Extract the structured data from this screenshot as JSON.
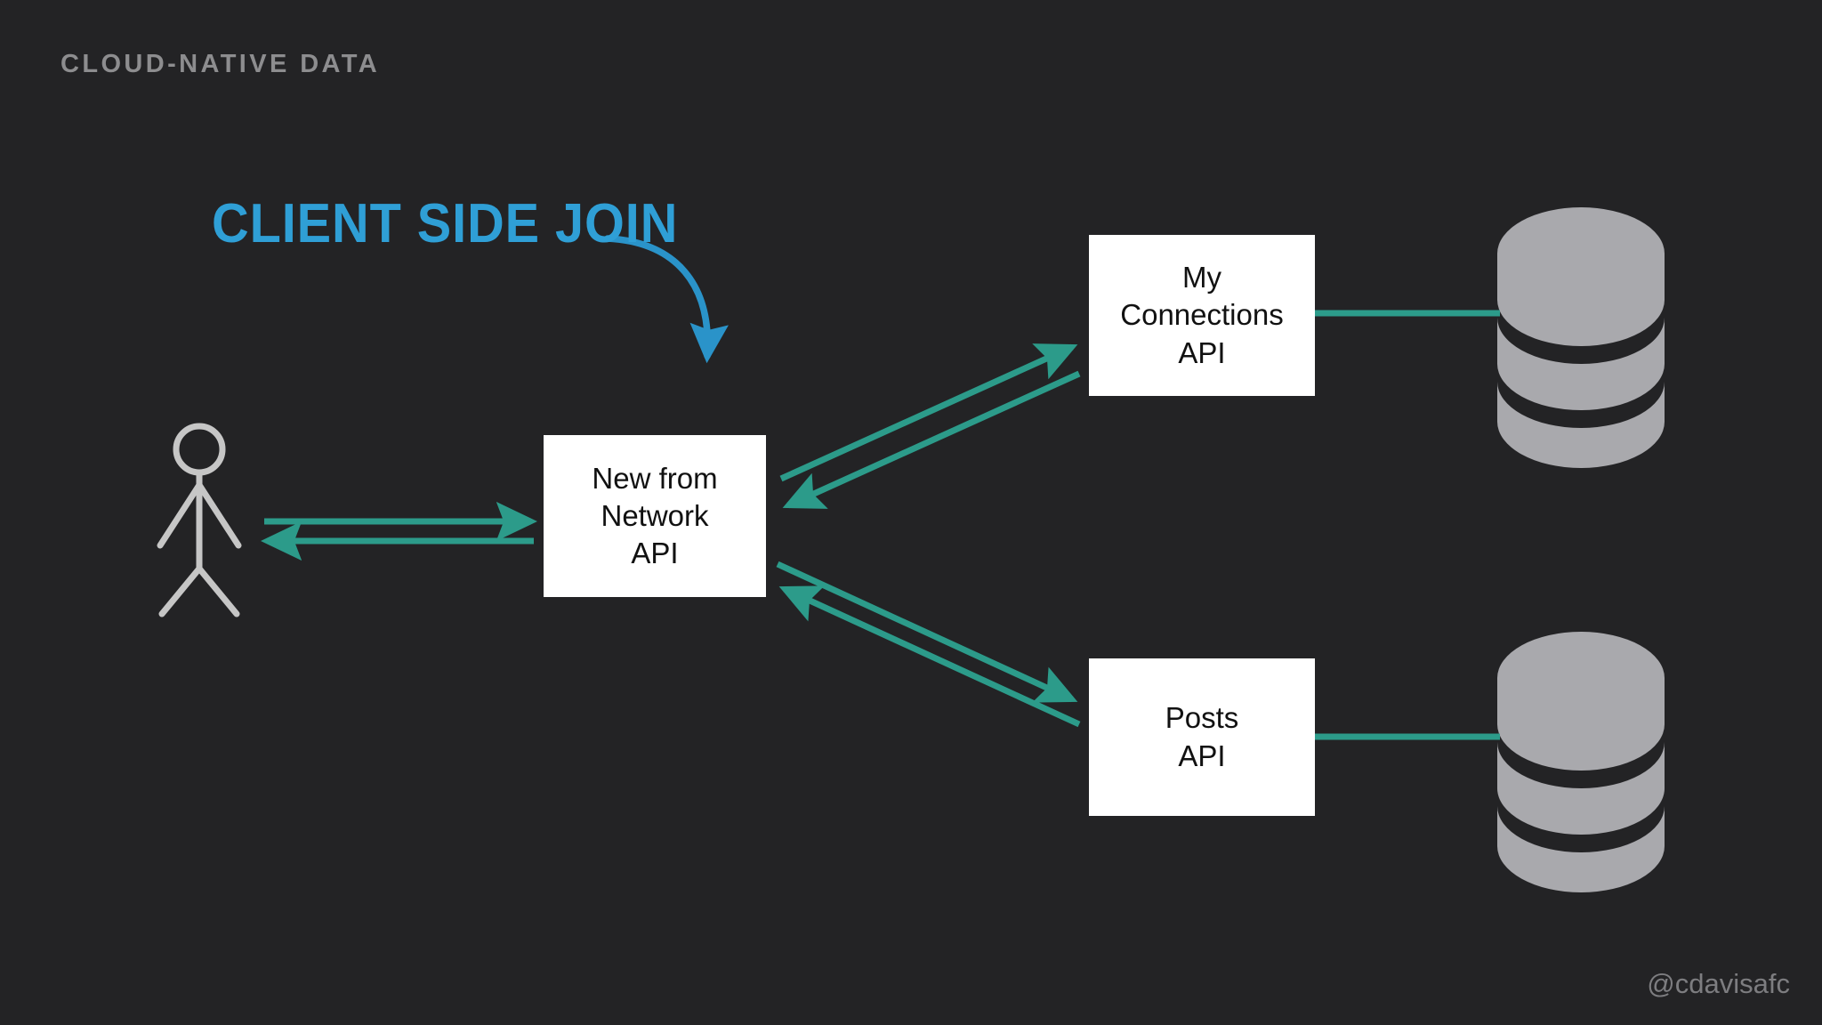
{
  "slide": {
    "eyebrow": "CLOUD-NATIVE DATA",
    "headline": "CLIENT SIDE JOIN",
    "watermark": "@cdavisafc",
    "background_color": "#232325",
    "headline_color": "#2f9fd6",
    "eyebrow_color": "#8d8d8f",
    "arrow_color": "#2c9b8a",
    "box_fill": "#ffffff",
    "box_text_color": "#111111",
    "figure_color": "#c6c6c6",
    "database_color": "#a9a9ad"
  },
  "nodes": {
    "user": {
      "name": "user-stick-figure",
      "label": ""
    },
    "network_api": {
      "label": "New from\nNetwork\nAPI",
      "lines": [
        "New from",
        "Network",
        "API"
      ]
    },
    "connections_api": {
      "label": "My\nConnections\nAPI",
      "lines": [
        "My",
        "Connections",
        "API"
      ]
    },
    "posts_api": {
      "label": "Posts\nAPI",
      "lines": [
        "Posts",
        "API"
      ]
    },
    "connections_db": {
      "name": "connections-database",
      "label": ""
    },
    "posts_db": {
      "name": "posts-database",
      "label": ""
    }
  },
  "edges": [
    {
      "name": "user-to-network-request",
      "from": "user",
      "to": "network_api",
      "direction": "right",
      "arrowhead": true
    },
    {
      "name": "network-to-user-response",
      "from": "network_api",
      "to": "user",
      "direction": "left",
      "arrowhead": true
    },
    {
      "name": "network-to-connections-request",
      "from": "network_api",
      "to": "connections_api",
      "direction": "northeast",
      "arrowhead": true
    },
    {
      "name": "connections-to-network-response",
      "from": "connections_api",
      "to": "network_api",
      "direction": "southwest",
      "arrowhead": true
    },
    {
      "name": "network-to-posts-request",
      "from": "network_api",
      "to": "posts_api",
      "direction": "southeast",
      "arrowhead": true
    },
    {
      "name": "posts-to-network-response",
      "from": "posts_api",
      "to": "network_api",
      "direction": "northwest",
      "arrowhead": true
    },
    {
      "name": "connections-api-to-database",
      "from": "connections_api",
      "to": "connections_db",
      "direction": "right",
      "arrowhead": false
    },
    {
      "name": "posts-api-to-database",
      "from": "posts_api",
      "to": "posts_db",
      "direction": "right",
      "arrowhead": false
    }
  ],
  "callout": {
    "name": "client-side-join-callout-arrow",
    "points_to": "network_api",
    "color": "#2f9fd6"
  }
}
